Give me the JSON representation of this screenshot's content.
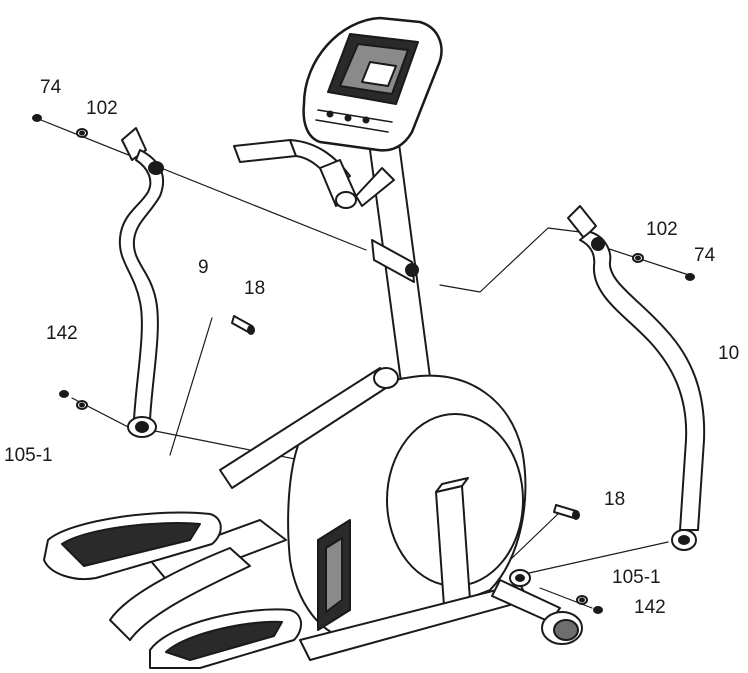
{
  "diagram": {
    "kind": "exploded assembly drawing",
    "callouts": {
      "c74_left": "74",
      "c102_left": "102",
      "c9": "9",
      "c18_upper": "18",
      "c142_left": "142",
      "c105_1_left": "105-1",
      "c102_right": "102",
      "c74_right": "74",
      "c10": "10",
      "c18_lower": "18",
      "c105_1_right": "105-1",
      "c142_right": "142"
    },
    "colors": {
      "line": "#1a1a1a",
      "fill_dark": "#2a2a2a",
      "fill_mid": "#6e6e6e",
      "fill_light": "#ffffff"
    }
  }
}
